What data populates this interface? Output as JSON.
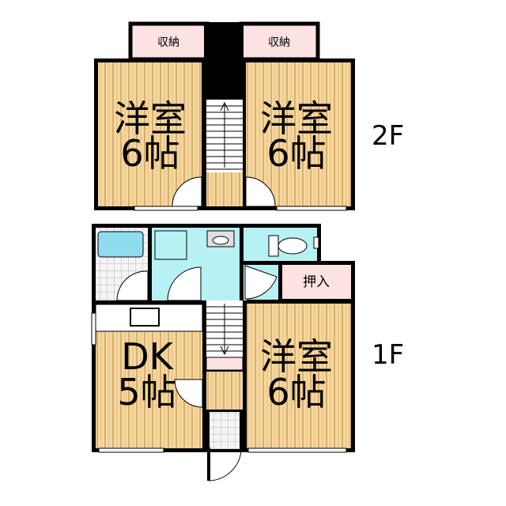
{
  "floor_2": {
    "label": "2F",
    "room_left": {
      "type": "洋室",
      "size": "6帖"
    },
    "room_right": {
      "type": "洋室",
      "size": "6帖"
    },
    "storage_left": "収納",
    "storage_right": "収納"
  },
  "floor_1": {
    "label": "1F",
    "dk": {
      "type": "DK",
      "size": "5帖"
    },
    "room": {
      "type": "洋室",
      "size": "6帖"
    },
    "closet": "押入"
  },
  "colors": {
    "wall": "#000000",
    "floorboard": "#f5d79f",
    "floorboard_line": "#d2a560",
    "wet_area": "#b7f1f3",
    "storage": "#fde2e2",
    "tile": "#d0d0d0",
    "fixture": "#8fdcf0"
  }
}
